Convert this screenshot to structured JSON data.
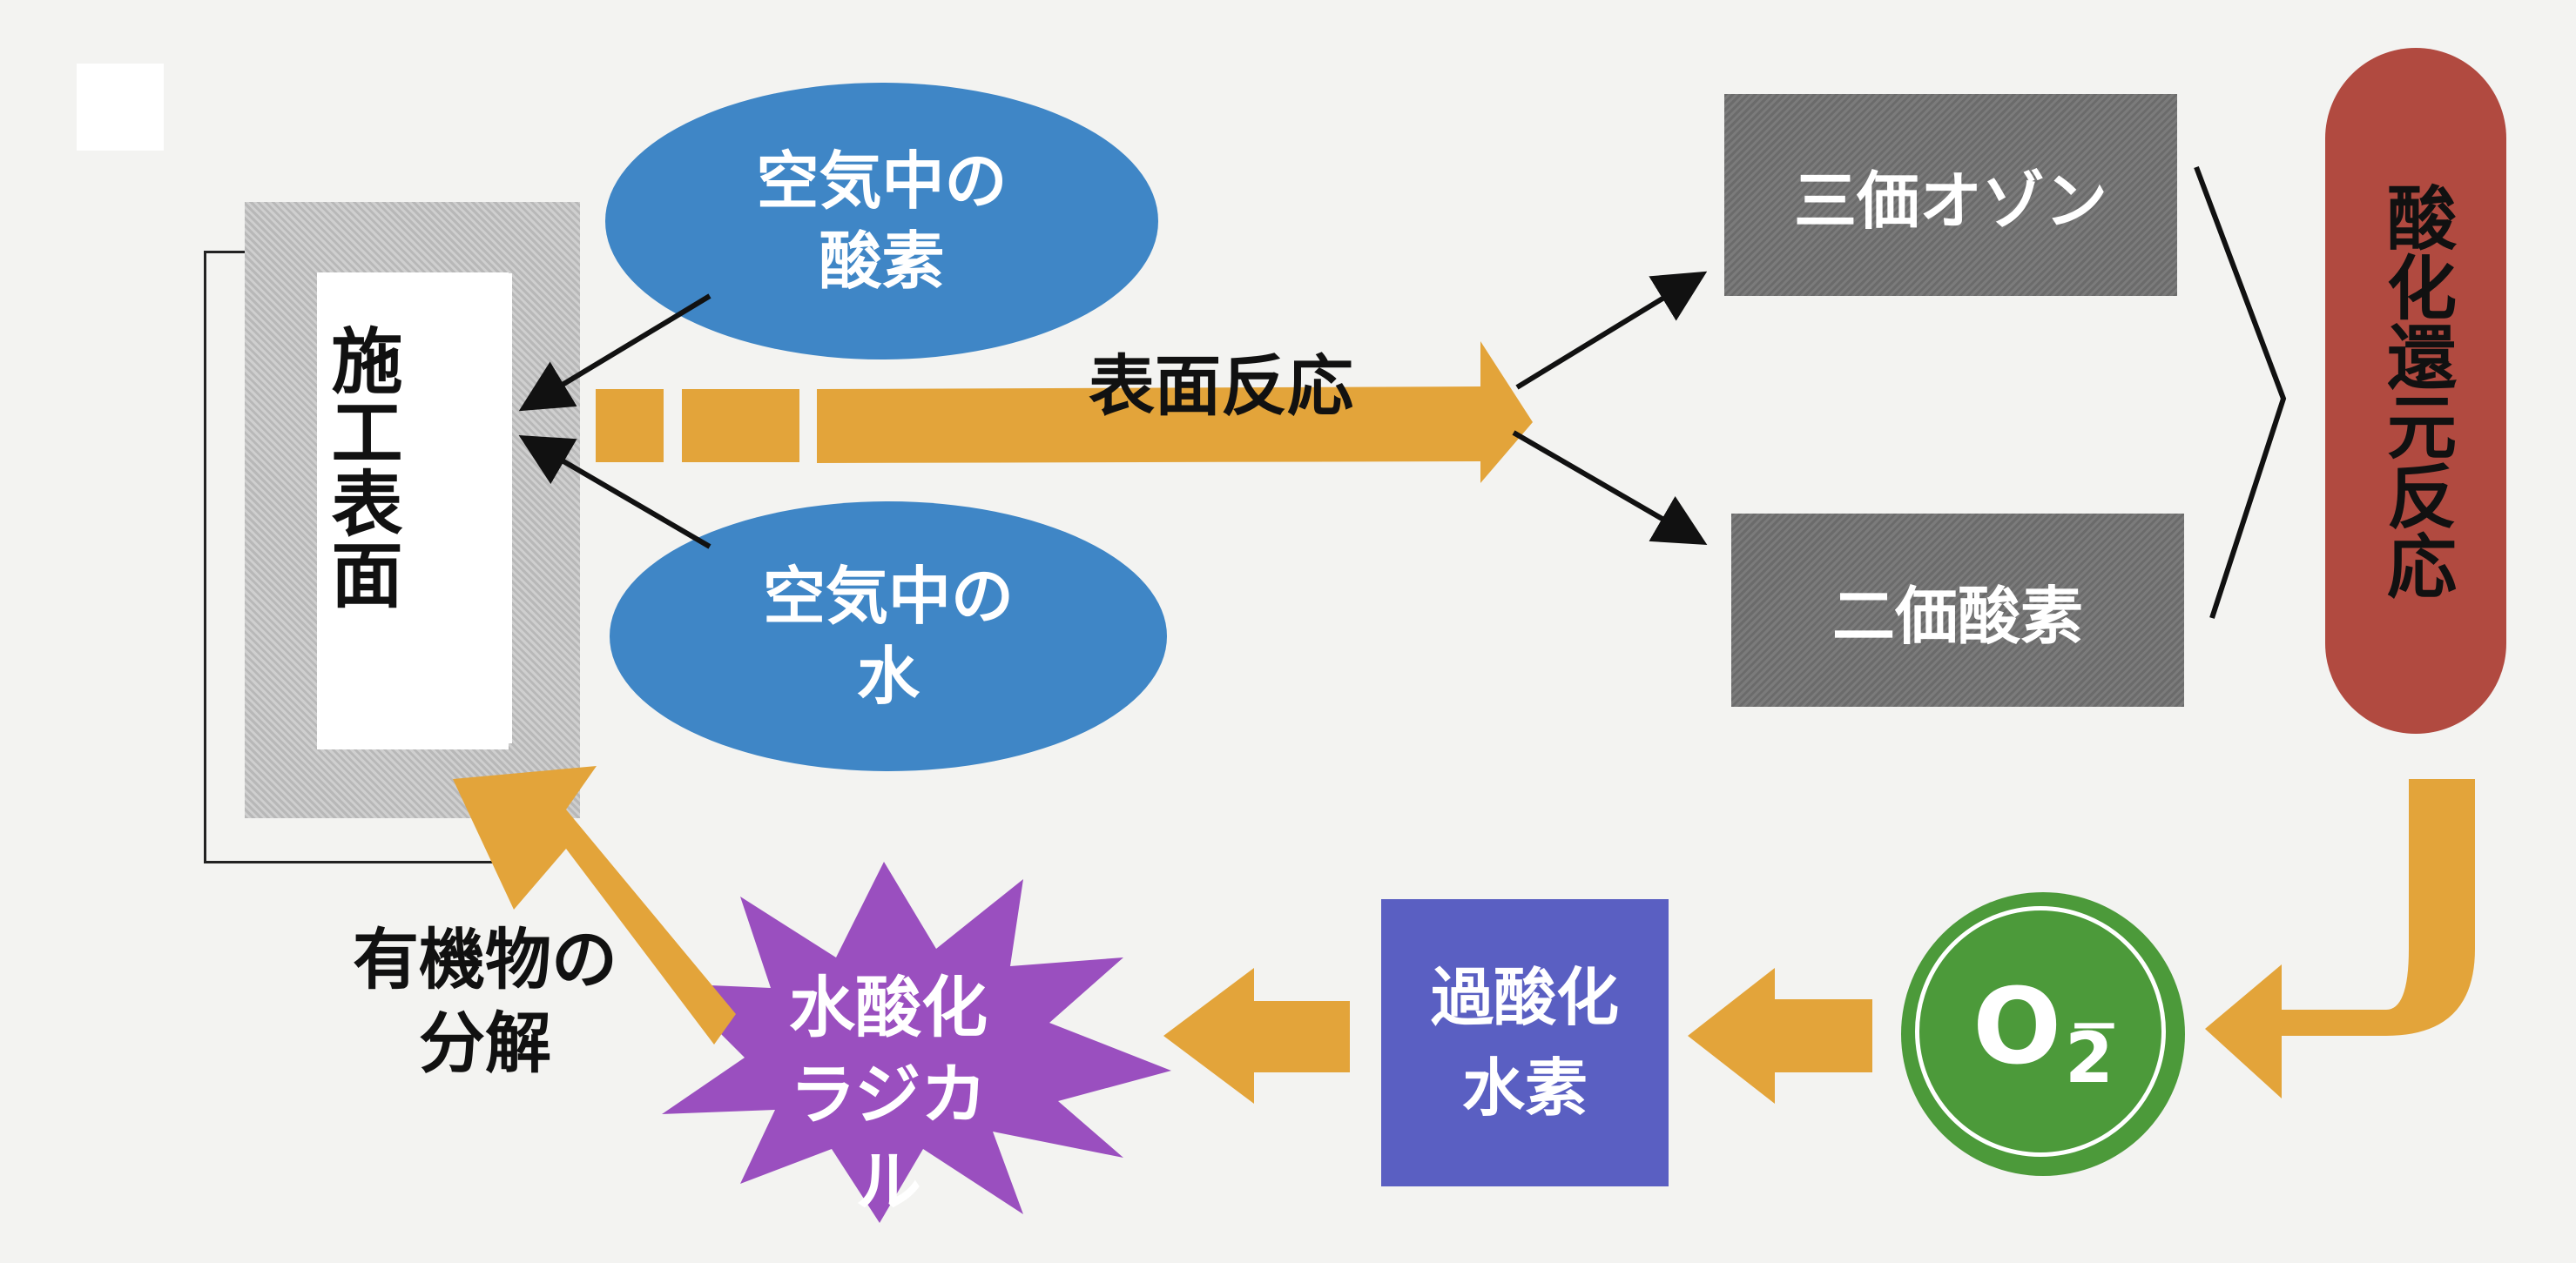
{
  "surface": {
    "label": "施工表面"
  },
  "oxygen_in_air": {
    "label": "空気中の\n酸素"
  },
  "water_in_air": {
    "label": "空気中の\n水"
  },
  "surface_reaction": {
    "label": "表面反応"
  },
  "trivalent_ozone": {
    "label": "三価オゾン"
  },
  "divalent_oxygen": {
    "label": "二価酸素"
  },
  "redox_reaction": {
    "label": "酸化還元反応"
  },
  "superoxide": {
    "base": "O",
    "subscript": "2",
    "superscript": "－"
  },
  "hydrogen_peroxide": {
    "label": "過酸化\n水素"
  },
  "hydroxyl_radical": {
    "label": "水酸化\nラジカル"
  },
  "organic_decomposition": {
    "label": "有機物の\n分解"
  },
  "colors": {
    "blue_ellipse": "#3f86c6",
    "orange_arrow": "#e3a43a",
    "grey_box": "#707070",
    "redox_pill": "#b14a40",
    "green_circle": "#4c9a3a",
    "blue_box": "#5a5fc2",
    "purple_burst": "#9a4fbf"
  }
}
